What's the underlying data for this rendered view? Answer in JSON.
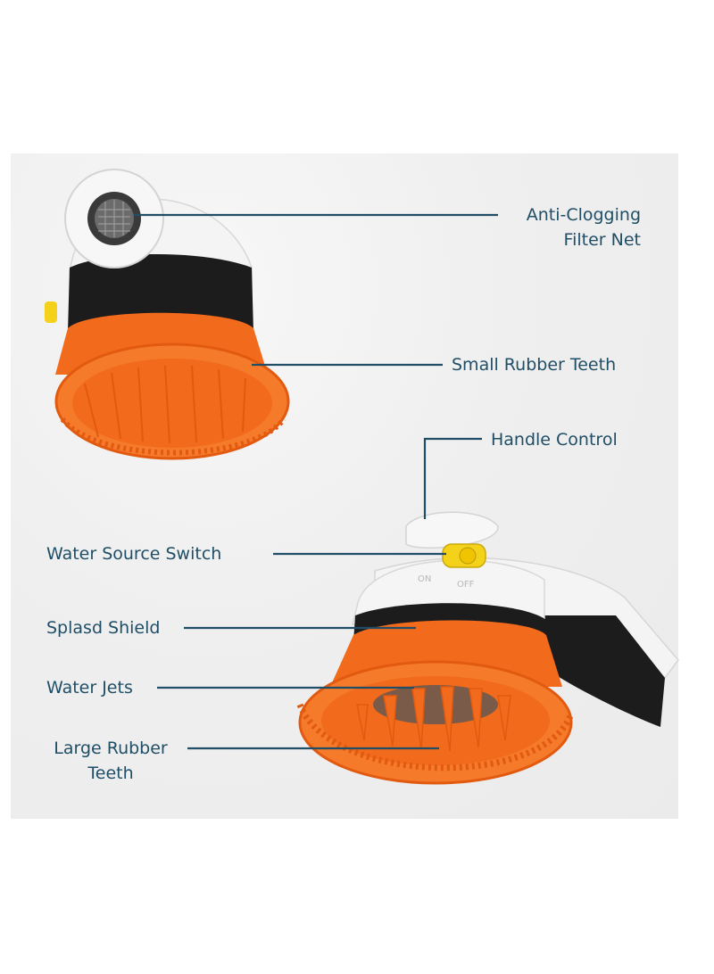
{
  "colors": {
    "label_text": "#1f4e66",
    "leader_line": "#1f4e66",
    "rubber_orange": "#f26a1b",
    "body_white": "#f4f4f4",
    "body_black": "#1c1c1c",
    "switch_yellow": "#f4d21a"
  },
  "callouts": {
    "anti_clogging": {
      "line1": "Anti-Clogging",
      "line2": "Filter Net"
    },
    "small_teeth": "Small Rubber Teeth",
    "handle_control": "Handle Control",
    "water_source_switch": "Water Source Switch",
    "splash_shield": "Splasd Shield",
    "water_jets": "Water Jets",
    "large_teeth": {
      "line1": "Large Rubber",
      "line2": "Teeth"
    }
  },
  "switch_markings": {
    "on": "ON",
    "off": "OFF"
  },
  "icons": [
    "filter-net-icon",
    "switch-button-icon"
  ]
}
